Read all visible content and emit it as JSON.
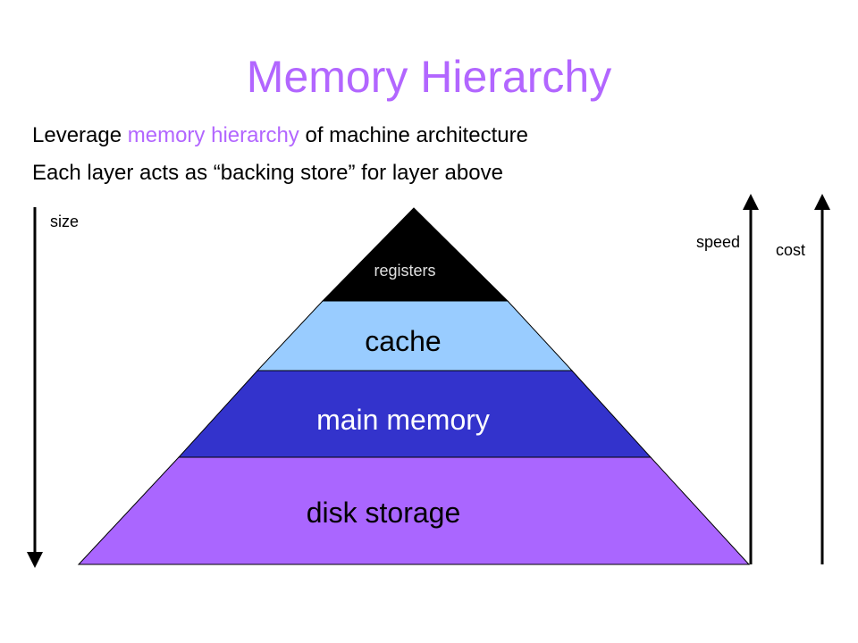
{
  "title": "Memory Hierarchy",
  "bullets": {
    "line1_pre": "Leverage ",
    "line1_highlight": "memory hierarchy",
    "line1_post": " of machine architecture",
    "line2": "Each layer acts as “backing store” for layer above"
  },
  "axes": {
    "size": "size",
    "speed": "speed",
    "cost": "cost"
  },
  "layers": [
    {
      "label": "registers",
      "color": "#000000",
      "text_color": "#e0e0e0"
    },
    {
      "label": "cache",
      "color": "#99ccff",
      "text_color": "#000000"
    },
    {
      "label": "main memory",
      "color": "#3333cc",
      "text_color": "#ffffff"
    },
    {
      "label": "disk storage",
      "color": "#aa66ff",
      "text_color": "#000000"
    }
  ],
  "colors": {
    "title": "#b266ff",
    "highlight": "#b266ff",
    "arrow": "#000000"
  },
  "arrow_directions": {
    "size": "down",
    "speed": "up",
    "cost": "up"
  }
}
